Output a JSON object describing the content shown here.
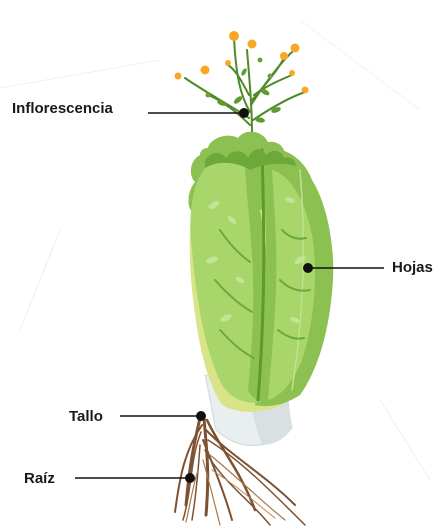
{
  "diagram": {
    "labels": {
      "inflorescence": "Inflorescencia",
      "leaves": "Hojas",
      "stem": "Tallo",
      "root": "Raíz"
    },
    "colors": {
      "leaf_light": "#a9d66a",
      "leaf_mid": "#8cc152",
      "leaf_dark": "#5e9a2c",
      "leaf_edge": "#d9e48a",
      "stalk_base": "#e9eef0",
      "root": "#8a5a35",
      "flower": "#f7a824",
      "pointer": "#111111"
    }
  }
}
